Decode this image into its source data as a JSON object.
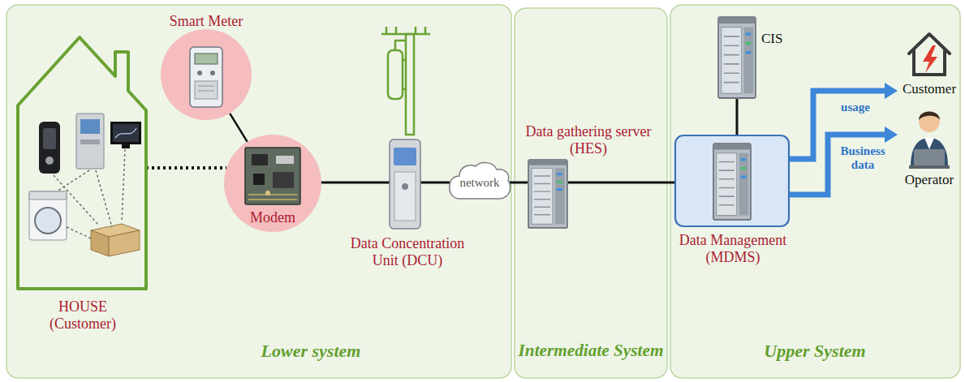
{
  "diagram": {
    "nodes": [
      {
        "text": [
          "Lower system"
        ]
      },
      {
        "text": [
          "HOUSE (Customer)"
        ],
        "in": 0
      },
      {
        "text": [
          "Smart Meter"
        ],
        "in": 0
      },
      {
        "text": [
          "Modem"
        ],
        "in": 0
      },
      {
        "text": [
          "Data Concentration Unit (DCU)"
        ],
        "in": 0
      },
      {
        "text": [
          "network"
        ],
        "in": 0
      },
      {
        "text": [
          "Intermediate System"
        ]
      },
      {
        "text": [
          "Data gathering server (HES)"
        ],
        "in": 6
      },
      {
        "text": [
          "Upper System"
        ]
      },
      {
        "text": [
          "CIS"
        ],
        "in": 8
      },
      {
        "text": [
          "Data Management (MDMS)"
        ],
        "in": 8
      },
      {
        "text": [
          "Customer"
        ],
        "in": 8
      },
      {
        "text": [
          "Operator"
        ],
        "in": 8
      }
    ],
    "edges": [
      {
        "from": 1,
        "to": 3,
        "arrow": "none"
      },
      {
        "from": 2,
        "to": 3,
        "arrow": "none"
      },
      {
        "from": 3,
        "to": 4,
        "arrow": "none"
      },
      {
        "from": 4,
        "to": 5,
        "arrow": "none"
      },
      {
        "from": 5,
        "to": 7,
        "arrow": "none"
      },
      {
        "from": 7,
        "to": 10,
        "arrow": "none"
      },
      {
        "from": 9,
        "to": 10,
        "arrow": "none"
      },
      {
        "from": 10,
        "to": 11,
        "label": "usage",
        "arrow": "to"
      },
      {
        "from": 10,
        "to": 12,
        "label": "Business data",
        "arrow": "to"
      }
    ]
  }
}
